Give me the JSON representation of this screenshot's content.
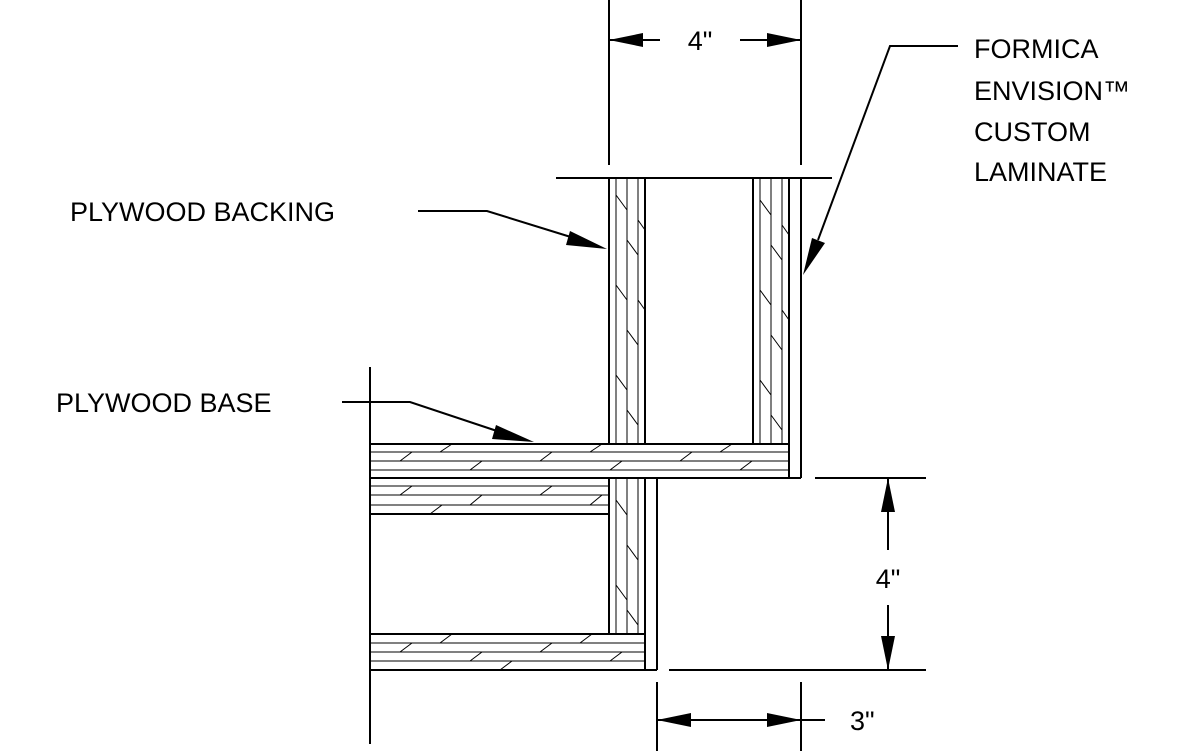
{
  "labels": {
    "dim_top": "4\"",
    "dim_right": "4\"",
    "dim_bottom": "3\"",
    "plywood_backing": "PLYWOOD BACKING",
    "plywood_base": "PLYWOOD BASE",
    "formica_lines": [
      "FORMICA",
      "ENVISION™",
      "CUSTOM",
      "LAMINATE"
    ]
  },
  "colors": {
    "line": "#000000",
    "background": "#ffffff"
  }
}
